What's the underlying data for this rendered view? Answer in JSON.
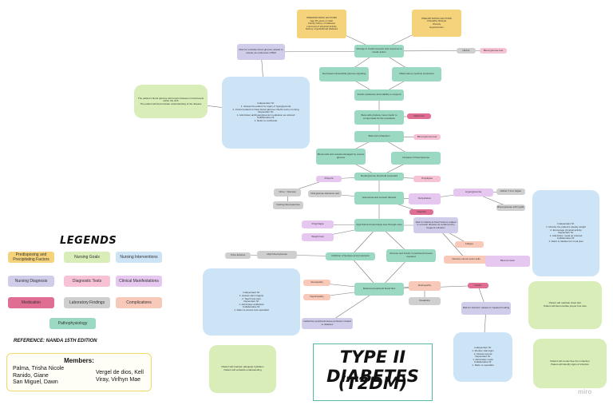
{
  "colors": {
    "predisposing": "#f5d37a",
    "goals": "#d9edb8",
    "interventions": "#cde4f7",
    "diagnosis": "#cfcdea",
    "diagnostic_tests": "#f7c1d6",
    "clinical": "#e6c7ef",
    "medication": "#e06e93",
    "lab": "#cfcfcf",
    "complications": "#f8c8b8",
    "pathophysiology": "#9bd9c3"
  },
  "legend": {
    "title": "LEGENDS",
    "items": [
      {
        "label": "Predisposing and Precipitating Factors",
        "color_key": "predisposing"
      },
      {
        "label": "Nursing Goals",
        "color_key": "goals"
      },
      {
        "label": "Nursing Interventions",
        "color_key": "interventions"
      },
      {
        "label": "Nursing Diagnosis",
        "color_key": "diagnosis"
      },
      {
        "label": "Diagnostic Tests",
        "color_key": "diagnostic_tests"
      },
      {
        "label": "Clinical Manifestations",
        "color_key": "clinical"
      },
      {
        "label": "Medication",
        "color_key": "medication"
      },
      {
        "label": "Laboratory Findings",
        "color_key": "lab"
      },
      {
        "label": "Complications",
        "color_key": "complications"
      },
      {
        "label": "Pathophysiology",
        "color_key": "pathophysiology"
      }
    ]
  },
  "reference": "REFERENCE: NANDA 15TH EDITION",
  "members": {
    "title": "Members:",
    "left": [
      "Palma, Trisha Nicole",
      "Ranido, Giane",
      "San Miguel, Dawn"
    ],
    "right": [
      "Vergel de dios, Kell",
      "Viray, Virlhyn Mae"
    ]
  },
  "title": {
    "line1": "TYPE II DIABETES",
    "line2": "(T2DM)"
  },
  "watermark": "miro",
  "nodes": [
    {
      "id": "predisposing",
      "kind": "predisposing",
      "text": "PREDISPOSING FACTORS\nAge 45 years or older\nFamily history of diabetes\nLow level of physical activity\nHistory of gestational diabetes"
    },
    {
      "id": "precipitating",
      "kind": "predisposing",
      "text": "PRECIPITATING FACTORS\nUnhealthy lifestyle\nObesity\nHypertension"
    },
    {
      "id": "dx-risk",
      "kind": "diagnosis",
      "text": "Risk for unstable blood glucose related to obesity as evidenced of BMI"
    },
    {
      "id": "p1",
      "kind": "pathophysiology",
      "text": "Change in insulin receptor and response to insulin action"
    },
    {
      "id": "hba1c",
      "kind": "lab",
      "text": "HbA1c"
    },
    {
      "id": "glucose-test",
      "kind": "diagnostic_tests",
      "text": "Blood glucose test"
    },
    {
      "id": "p2a",
      "kind": "pathophysiology",
      "text": "Decreased intracellular glucose signaling"
    },
    {
      "id": "p2b",
      "kind": "pathophysiology",
      "text": "Inflammatory cytokine production"
    },
    {
      "id": "p3",
      "kind": "pathophysiology",
      "text": "Insulin resistance and inability to respond"
    },
    {
      "id": "int1",
      "kind": "interventions",
      "text": "Independent NI:\n1. Assess the patient for signs of hypoglycemia\n2. Instruct patient to have blood glucose checks every morning\nDependent NI:\n1. Administer antihyperglycemic medication as ordered\nCollaborative NI:\n1. Refer to nutritionist"
    },
    {
      "id": "goal1",
      "kind": "goals",
      "text": "The patient’s blood glucose will remain between normal levels within the shift\nThe patient will demonstrate understanding of the disease"
    },
    {
      "id": "p4",
      "kind": "pathophysiology",
      "text": "Beta cells produce more insulin to compensate for the resistance"
    },
    {
      "id": "med1",
      "kind": "medication",
      "text": "Metformin"
    },
    {
      "id": "p5",
      "kind": "pathophysiology",
      "text": "Beta cell exhaustion"
    },
    {
      "id": "glucose-test-2",
      "kind": "diagnostic_tests",
      "text": "Blood glucose test"
    },
    {
      "id": "p6a",
      "kind": "pathophysiology",
      "text": "Blood cells and vessels damaged by excess glucose"
    },
    {
      "id": "p6b",
      "kind": "pathophysiology",
      "text": "Increase in blood glucose"
    },
    {
      "id": "p7",
      "kind": "pathophysiology",
      "text": "Renal glucose threshold exceeded"
    },
    {
      "id": "cm-polyuria",
      "kind": "clinical",
      "text": "Polyuria"
    },
    {
      "id": "cm-polydipsia",
      "kind": "diagnostic_tests",
      "text": "Polydipsia"
    },
    {
      "id": "lab-urine",
      "kind": "lab",
      "text": "Urine ↑ Glucose"
    },
    {
      "id": "lab-fbs",
      "kind": "lab",
      "text": "Fasting blood glucose"
    },
    {
      "id": "lab-ogtt",
      "kind": "lab",
      "text": "Oral glucose tolerance test"
    },
    {
      "id": "p8",
      "kind": "pathophysiology",
      "text": "Glucosuria and osmotic diuresis"
    },
    {
      "id": "dx-dehydration",
      "kind": "clinical",
      "text": "Dehydration"
    },
    {
      "id": "hyperglycemia",
      "kind": "clinical",
      "text": "Hyperglycemia"
    },
    {
      "id": "lab-hba1c-2",
      "kind": "lab",
      "text": "HbA1c 7.0 or higher"
    },
    {
      "id": "lab-bg",
      "kind": "lab",
      "text": "Blood glucose 126 mg/dL"
    },
    {
      "id": "med2",
      "kind": "medication",
      "text": "Glipizide"
    },
    {
      "id": "int2",
      "kind": "interventions",
      "text": "Independent NI:\n1. Monitor the patient’s weekly weight\n2. Encourage physical activity\nDependent NI:\n1. Administer meds as ordered\nCollaborative NI:\n1. Refer to dietitian for meal plan"
    },
    {
      "id": "p9",
      "kind": "pathophysiology",
      "text": "High fluid and electrolyte loss through urine"
    },
    {
      "id": "dx-fluid",
      "kind": "diagnosis",
      "text": "Risk for Deficient Fluid Volume related to osmotic diuresis as evidenced by frequent urination"
    },
    {
      "id": "cm-polyphagia",
      "kind": "clinical",
      "text": "Polyphagia"
    },
    {
      "id": "cm-weight",
      "kind": "clinical",
      "text": "Weight loss"
    },
    {
      "id": "cm-fatigue",
      "kind": "complications",
      "text": "Fatigue"
    },
    {
      "id": "dehydration-2",
      "kind": "complications",
      "text": "Glucose cannot enter cells"
    },
    {
      "id": "vision",
      "kind": "clinical",
      "text": "Blurred vision"
    },
    {
      "id": "lab-ketones",
      "kind": "lab",
      "text": "Urine ketones"
    },
    {
      "id": "lab-hyper",
      "kind": "lab",
      "text": "High blood glucose"
    },
    {
      "id": "p10",
      "kind": "pathophysiology",
      "text": "Inhibition of lipolysis and proteolysis"
    },
    {
      "id": "p11",
      "kind": "pathophysiology",
      "text": "Glucose and insulin in peripheral tissues impaired"
    },
    {
      "id": "int3",
      "kind": "interventions",
      "text": "Independent NI:\n1. Assess skin integrity\n2. Teach foot care\nDependent NI:\n1. Administer antibiotics\nCollaborative NI:\n1. Refer to wound care specialist"
    },
    {
      "id": "comp-neuro",
      "kind": "complications",
      "text": "Neuropathy"
    },
    {
      "id": "comp-nephro",
      "kind": "complications",
      "text": "Nephropathy"
    },
    {
      "id": "p12",
      "kind": "pathophysiology",
      "text": "Reduced peripheral blood flow"
    },
    {
      "id": "comp-retino",
      "kind": "complications",
      "text": "Retinopathy"
    },
    {
      "id": "lab-creat",
      "kind": "lab",
      "text": "Creatinine"
    },
    {
      "id": "med3",
      "kind": "medication",
      "text": "Insulin"
    },
    {
      "id": "dx-skin",
      "kind": "diagnosis",
      "text": "Ineffective peripheral tissue perfusion related to diabetes"
    },
    {
      "id": "dx-infection",
      "kind": "diagnosis",
      "text": "Risk for infection related to impaired healing"
    },
    {
      "id": "goal2",
      "kind": "goals",
      "text": "Patient will maintain adequate hydration\nPatient will verbalize understanding"
    },
    {
      "id": "goal3",
      "kind": "goals",
      "text": "Patient will maintain intact skin\nPatient will demonstrate proper foot care"
    },
    {
      "id": "goal4",
      "kind": "goals",
      "text": "Patient will remain free from infection\nPatient will identify signs of infection"
    },
    {
      "id": "int4",
      "kind": "interventions",
      "text": "Independent NI:\n1. Monitor vital signs\n2. Assess wound\nDependent NI:\n1. Administer meds\nCollaborative NI:\n1. Refer to specialist"
    }
  ]
}
